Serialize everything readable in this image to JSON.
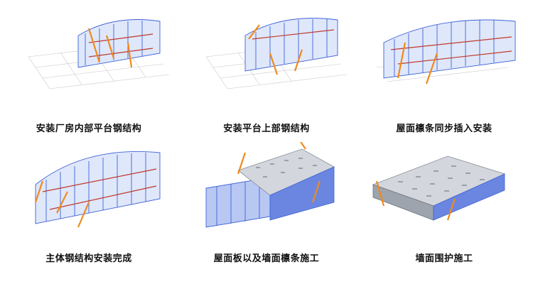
{
  "colors": {
    "frame": "#3f63d6",
    "frame_light": "#a9bff2",
    "crane": "#f08a1a",
    "roof": "#c9ccd2",
    "wall": "#6b86e0",
    "grid": "#c7c7c7",
    "accent_red": "#c0392b"
  },
  "steps": [
    {
      "caption": "安装厂房内部平台钢结构"
    },
    {
      "caption": "安装平台上部钢结构"
    },
    {
      "caption": "屋面檩条同步插入安装"
    },
    {
      "caption": "主体钢结构安装完成"
    },
    {
      "caption": "屋面板以及墙面檩条施工"
    },
    {
      "caption": "墙面围护施工"
    }
  ]
}
